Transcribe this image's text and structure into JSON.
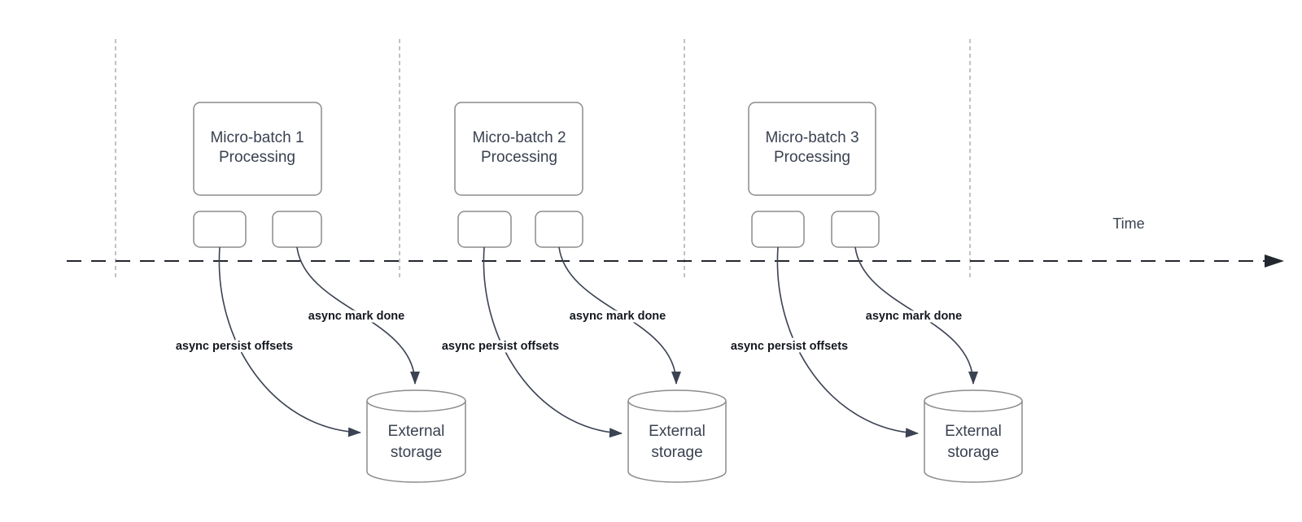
{
  "colors": {
    "guide_line": "#a9a9a9",
    "shape_border": "#8c8c8c",
    "text_dark": "#3a4150",
    "arrow_stroke": "#3b4252",
    "timeline_stroke": "#23272e",
    "label_text": "#14181f",
    "background": "#ffffff"
  },
  "timeline": {
    "label": "Time"
  },
  "batches": [
    {
      "title": "Micro-batch 1",
      "subtitle": "Processing",
      "persist_arrow_label": "async persist offsets",
      "mark_done_arrow_label": "async mark done",
      "storage": {
        "line1": "External",
        "line2": "storage"
      }
    },
    {
      "title": "Micro-batch 2",
      "subtitle": "Processing",
      "persist_arrow_label": "async persist offsets",
      "mark_done_arrow_label": "async mark done",
      "storage": {
        "line1": "External",
        "line2": "storage"
      }
    },
    {
      "title": "Micro-batch 3",
      "subtitle": "Processing",
      "persist_arrow_label": "async persist offsets",
      "mark_done_arrow_label": "async mark done",
      "storage": {
        "line1": "External",
        "line2": "storage"
      }
    }
  ]
}
